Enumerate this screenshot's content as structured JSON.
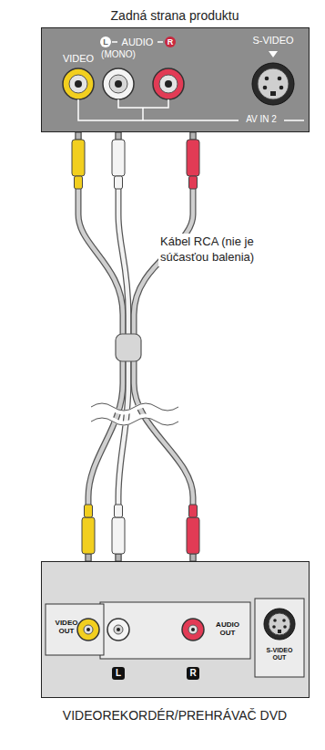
{
  "diagram": {
    "nodes": [
      {
        "text": [
          "Zadná strana produktu"
        ]
      },
      {
        "text": [
          "VIDEOREKORDÉR/PREHRÁVAČ DVD"
        ]
      }
    ],
    "edges": [
      {
        "from": 1,
        "to": 0,
        "arrow": "none"
      },
      {
        "from": 1,
        "to": 0,
        "arrow": "none"
      },
      {
        "from": 1,
        "to": 0,
        "arrow": "none"
      }
    ],
    "labels": [
      "VIDEO",
      "L",
      "AUDIO",
      "R",
      "(MONO)",
      "S-VIDEO",
      "AV IN 2",
      "Kábel RCA (nie je súčasťou balenia)",
      "VIDEO OUT",
      "L",
      "R",
      "AUDIO OUT",
      "S-VIDEO OUT"
    ]
  }
}
